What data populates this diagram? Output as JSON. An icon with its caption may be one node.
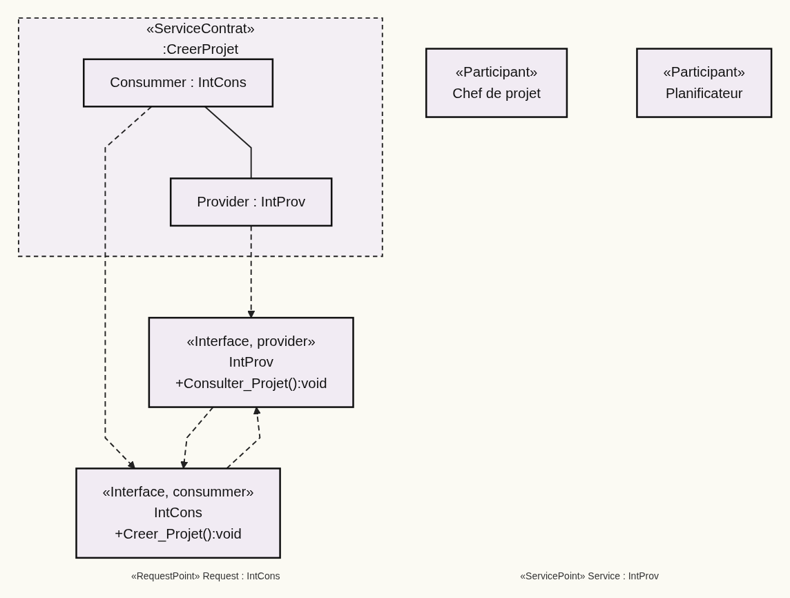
{
  "diagram": {
    "nodes": [
      {
        "text": [
          "«ServiceContrat»",
          ":CreerProjet"
        ]
      },
      {
        "text": [
          "Consummer : IntCons"
        ],
        "in": 0
      },
      {
        "text": [
          "Provider : IntProv"
        ],
        "in": 0
      },
      {
        "text": [
          "«Interface, consummer»",
          "IntCons",
          "+Creer_Projet():void"
        ]
      },
      {
        "text": [
          "«Interface, provider»",
          "IntProv",
          "+Consulter_Projet():void"
        ]
      },
      {
        "text": [
          "«Participant»",
          "Chef de projet"
        ]
      },
      {
        "text": [
          "«Participant»",
          "Planificateur"
        ]
      }
    ],
    "edges": [
      {
        "from": 1,
        "to": 2,
        "arrow": "none"
      },
      {
        "from": 1,
        "to": 3,
        "arrow": "to",
        "style": "dashed"
      },
      {
        "from": 2,
        "to": 4,
        "arrow": "to",
        "style": "dashed"
      },
      {
        "from": 3,
        "to": 4,
        "arrow": "to",
        "style": "dashed"
      },
      {
        "from": 4,
        "to": 3,
        "arrow": "to",
        "style": "dashed"
      }
    ],
    "labels": [
      "«RequestPoint» Request : IntCons",
      "«ServicePoint» Service : IntProv"
    ]
  }
}
